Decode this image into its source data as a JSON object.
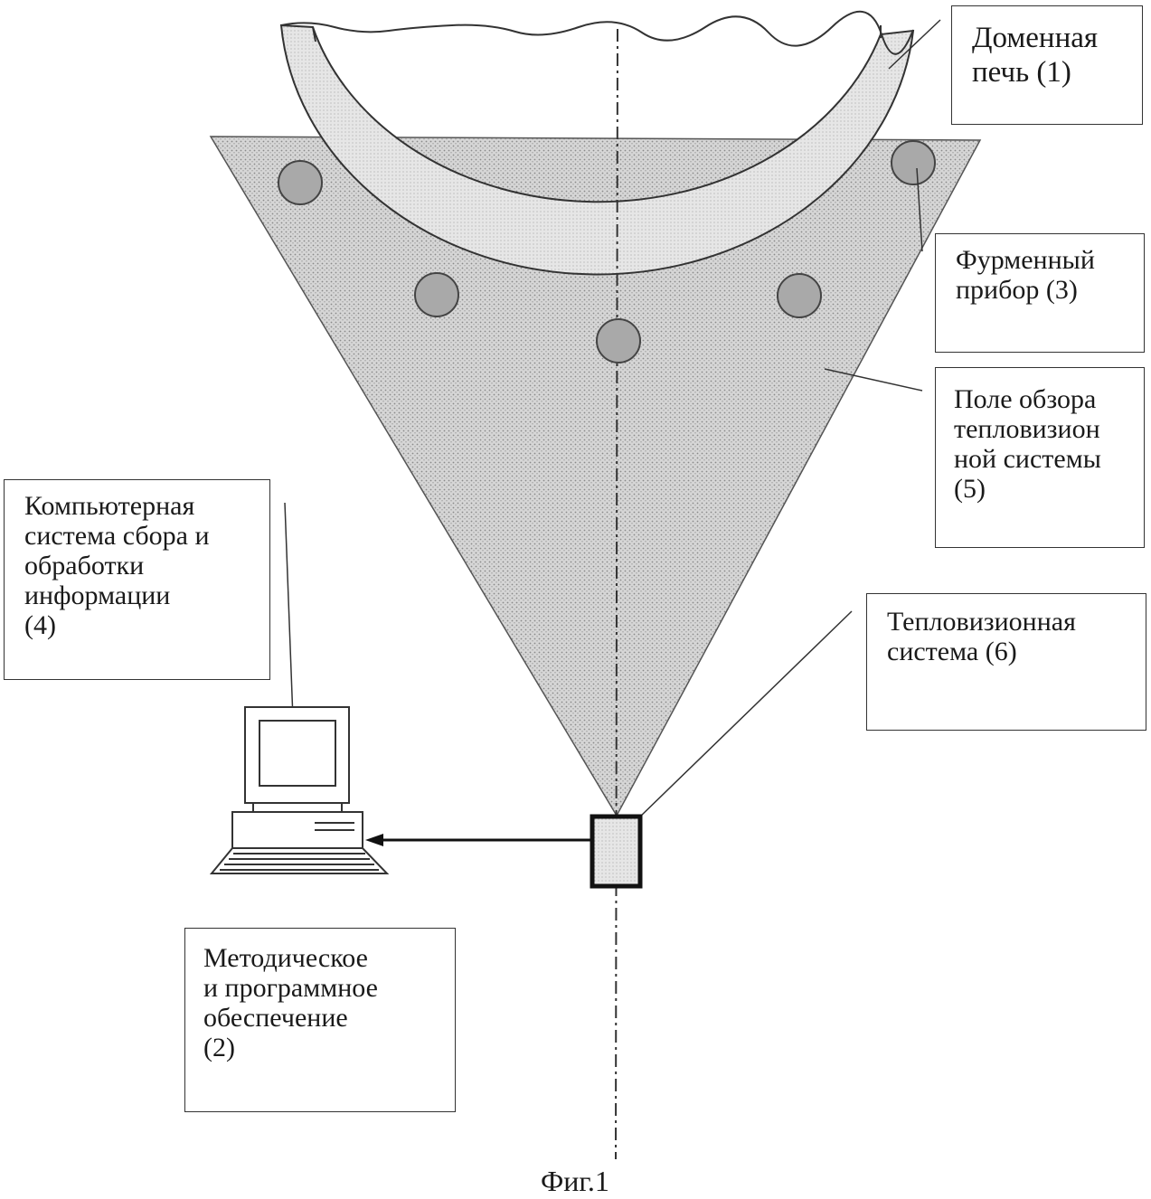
{
  "labels": {
    "furnace": [
      "Доменная",
      "печь (1)"
    ],
    "tuyere": [
      "Фурменный",
      "прибор (3)"
    ],
    "field_of_view": [
      "Поле обзора",
      "тепловизион",
      "ной системы",
      "(5)"
    ],
    "thermal_system": [
      "Тепловизионная",
      "система (6)"
    ],
    "computer_system": [
      "Компьютерная",
      "система сбора и",
      "обработки",
      "информации",
      "(4)"
    ],
    "software": [
      "Методическое",
      "и  программное",
      "обеспечение",
      "(2)"
    ]
  },
  "caption": "Фиг.1",
  "colors": {
    "field_fill": "#cfcfcf",
    "wall_fill": "#dcdcdc",
    "tuyere_fill": "#a9a9a9",
    "line": "#222222"
  }
}
